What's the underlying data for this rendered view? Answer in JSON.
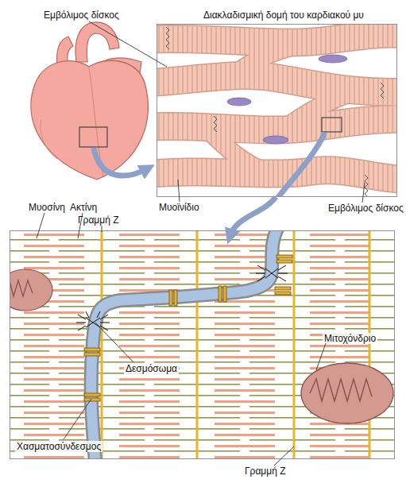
{
  "diagram": {
    "nodes": [
      {
        "text": [
          "Διακλαδισμική δομή του καρδιακού μυ"
        ]
      },
      {
        "text": [
          "Δεσμόσωμα",
          "Μιτοχόνδριο",
          "Χασματοσύνδεσμος"
        ]
      }
    ],
    "edges": [
      {
        "from": 0,
        "to": 1,
        "arrow": "to"
      }
    ],
    "labels": [
      "Εμβόλιμος δίσκος",
      "Μυοϊνίδιο",
      "Εμβόλιμος δίσκος",
      "Μυοσίνη",
      "Ακτίνη",
      "Γραμμή Z",
      "Γραμμή Z"
    ]
  }
}
